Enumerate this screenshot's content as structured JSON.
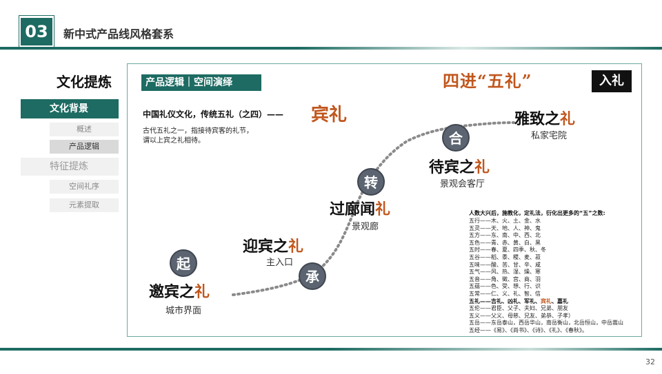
{
  "header": {
    "number": "03",
    "title": "新中式产品线风格套系"
  },
  "sidebar": {
    "title": "文化提炼",
    "active_group": "文化背景",
    "group1_items": [
      "概述",
      "产品逻辑"
    ],
    "group2": "特征提炼",
    "group2_items": [
      "空间礼序",
      "元素提取"
    ]
  },
  "main": {
    "tag": "产品逻辑｜空间演绎",
    "big_title": "四进“五礼”",
    "ruli": "入礼",
    "intro_title": "中国礼仪文化，传统五礼（之四）——",
    "intro_accent": "宾礼",
    "intro_desc_1": "古代五礼之一，指接待宾客的礼节，",
    "intro_desc_2": "谓以上宾之礼相待。",
    "stages": [
      {
        "circle": "起",
        "name": "邀宾之",
        "accent": "礼",
        "sub": "城市界面"
      },
      {
        "circle": "",
        "name": "迎宾之",
        "accent": "礼",
        "sub": "主入口"
      },
      {
        "circle": "承",
        "name": "",
        "accent": "",
        "sub": ""
      },
      {
        "circle": "转",
        "name": "过廊闻",
        "accent": "礼",
        "sub": "景观廊"
      },
      {
        "circle": "合",
        "name": "待宾之",
        "accent": "礼",
        "sub": "景观会客厅"
      },
      {
        "circle": "",
        "name": "雅致之",
        "accent": "礼",
        "sub": "私家宅院"
      }
    ],
    "five_head": "人数大兴后，施教化，定礼法，衍化出更多的“五”之数:",
    "five_list": [
      "五行——木、火、土、金、水",
      "五灵——天、地、人、神、鬼",
      "五方——东、南、中、西、北",
      "五色——青、赤、黄、白、黑",
      "五时——春、夏、四季、秋、冬",
      "五谷——稻、黍、稷、麦、菽",
      "五味——酸、苦、甘、辛、咸",
      "五气——风、热、湿、燥、寒",
      "五音——角、徵、宫、商、羽",
      "五蕴——色、受、想、行、识",
      "五常——仁、义、礼、智、信"
    ],
    "five_hl_pre": "五礼——吉礼、凶礼、军礼、",
    "five_hl_key": "宾礼",
    "five_hl_post": "、嘉礼",
    "five_list_2": [
      "五伦——君臣、父子、夫妇、兄弟、朋友",
      "五义——父义、母慈、兄友、弟恭、子孝）",
      "五岳——东岳泰山，西岳华山，南岳衡山，北岳恒山，中岳嵩山",
      "五经——《易》、《尚书》、《诗》、《礼》、《春秋》。"
    ]
  },
  "footer": {
    "page": "32"
  },
  "colors": {
    "brand": "#1d6b62",
    "accent": "#c0561d"
  }
}
